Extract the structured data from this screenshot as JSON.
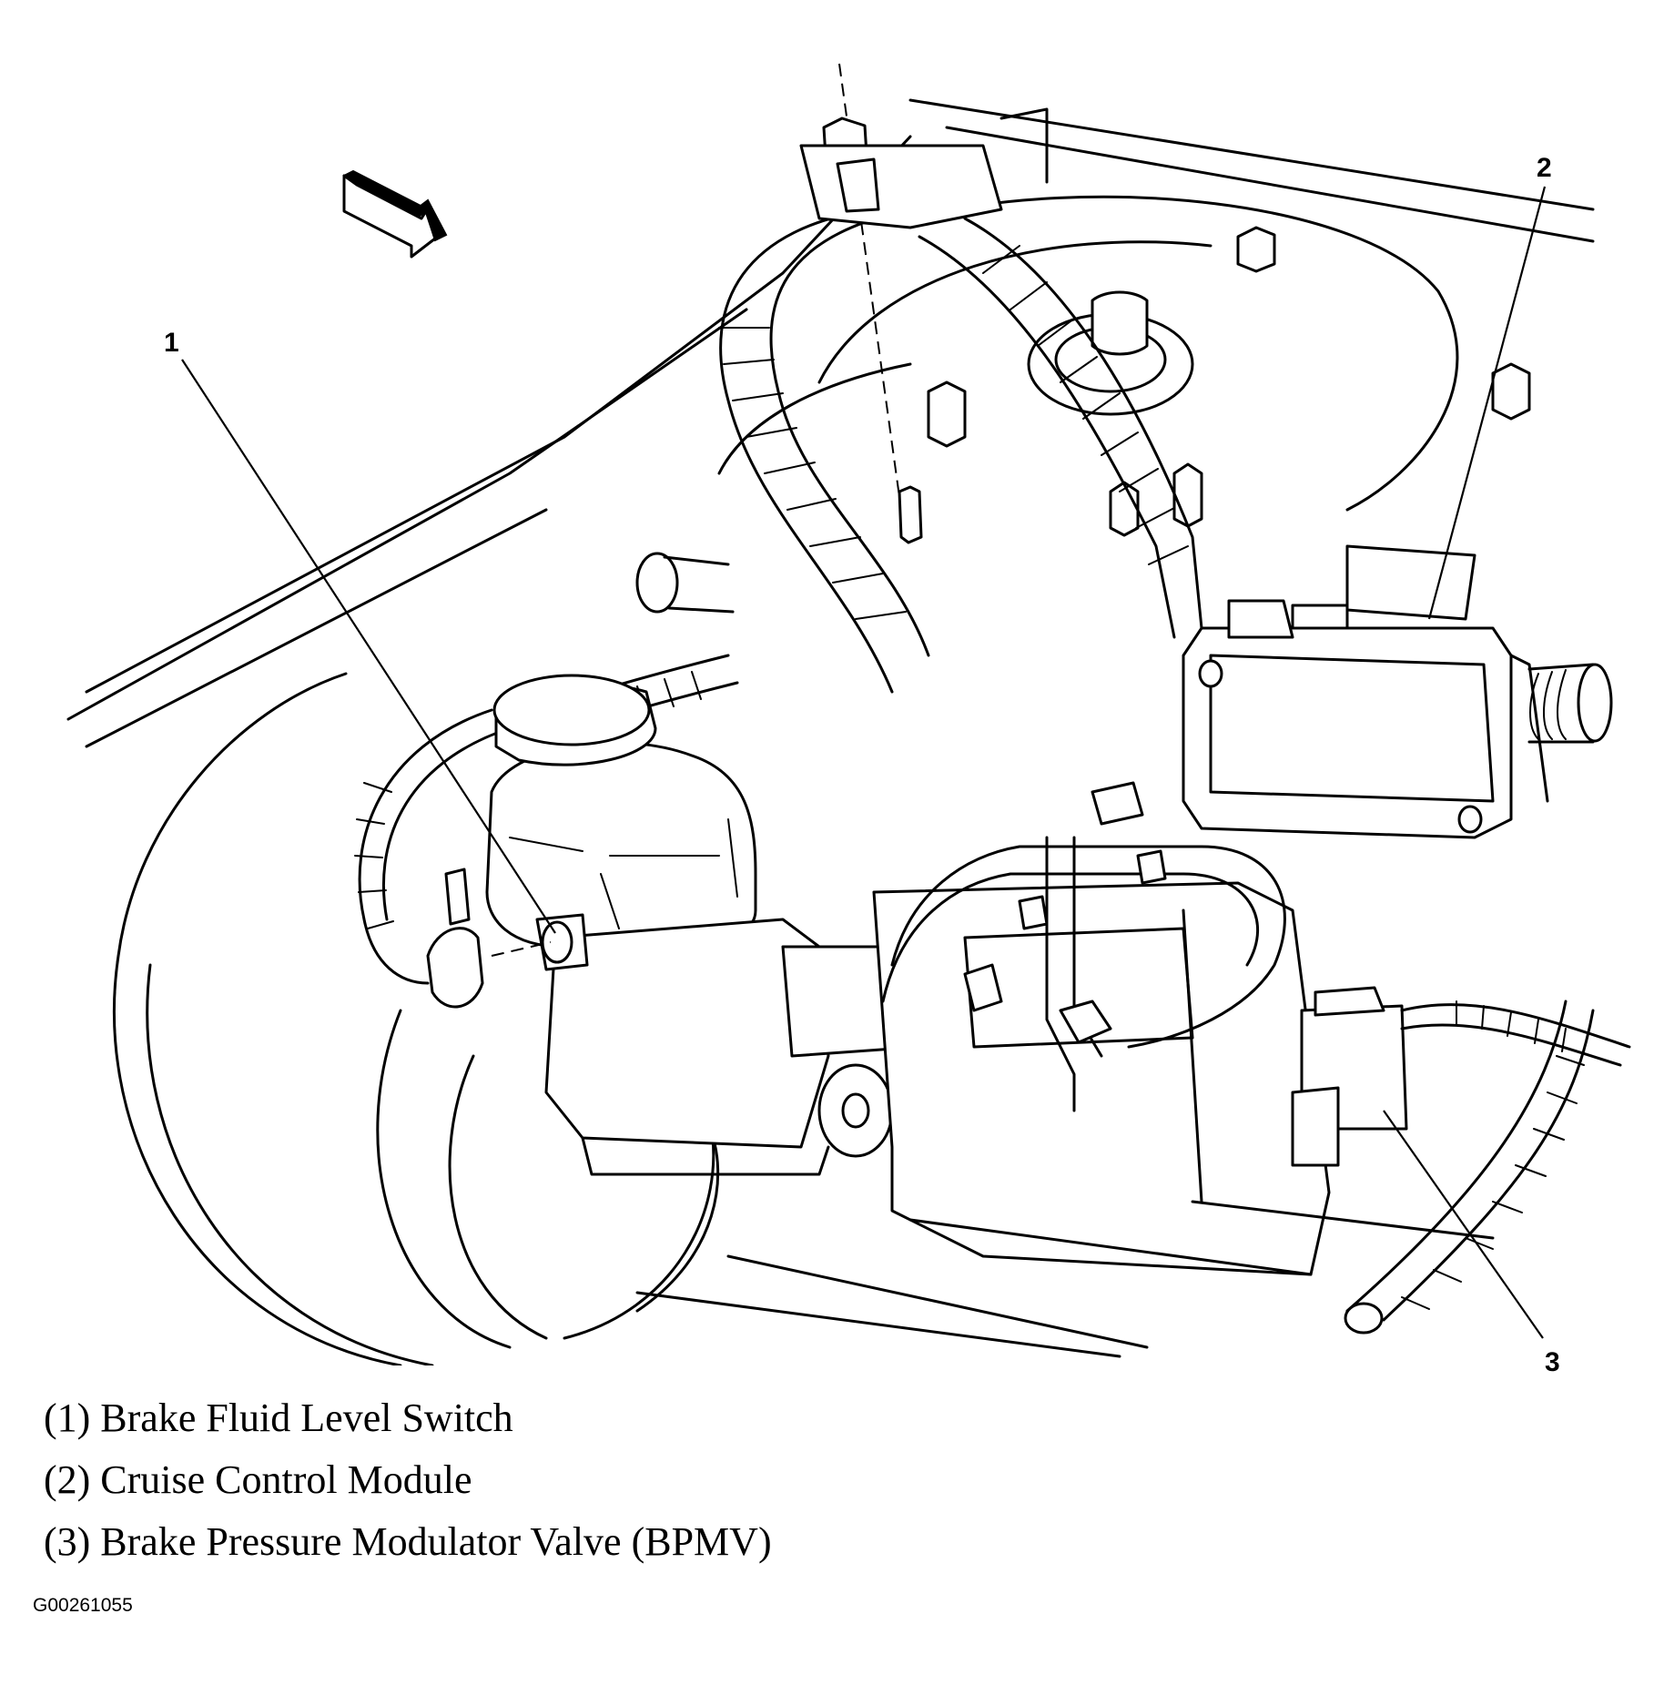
{
  "figure": {
    "title": "Brake system component locator",
    "callouts": [
      {
        "number": "1",
        "label": "Brake Fluid Level Switch"
      },
      {
        "number": "2",
        "label": "Cruise Control Module"
      },
      {
        "number": "3",
        "label": "Brake Pressure Modulator Valve (BPMV)"
      }
    ],
    "direction_arrow": "front-arrow-icon"
  },
  "legend": {
    "items": [
      "(1) Brake Fluid Level Switch",
      "(2) Cruise Control Module",
      "(3) Brake Pressure Modulator Valve (BPMV)"
    ]
  },
  "figure_id": "G00261055",
  "colors": {
    "line": "#000000",
    "background": "#ffffff"
  }
}
